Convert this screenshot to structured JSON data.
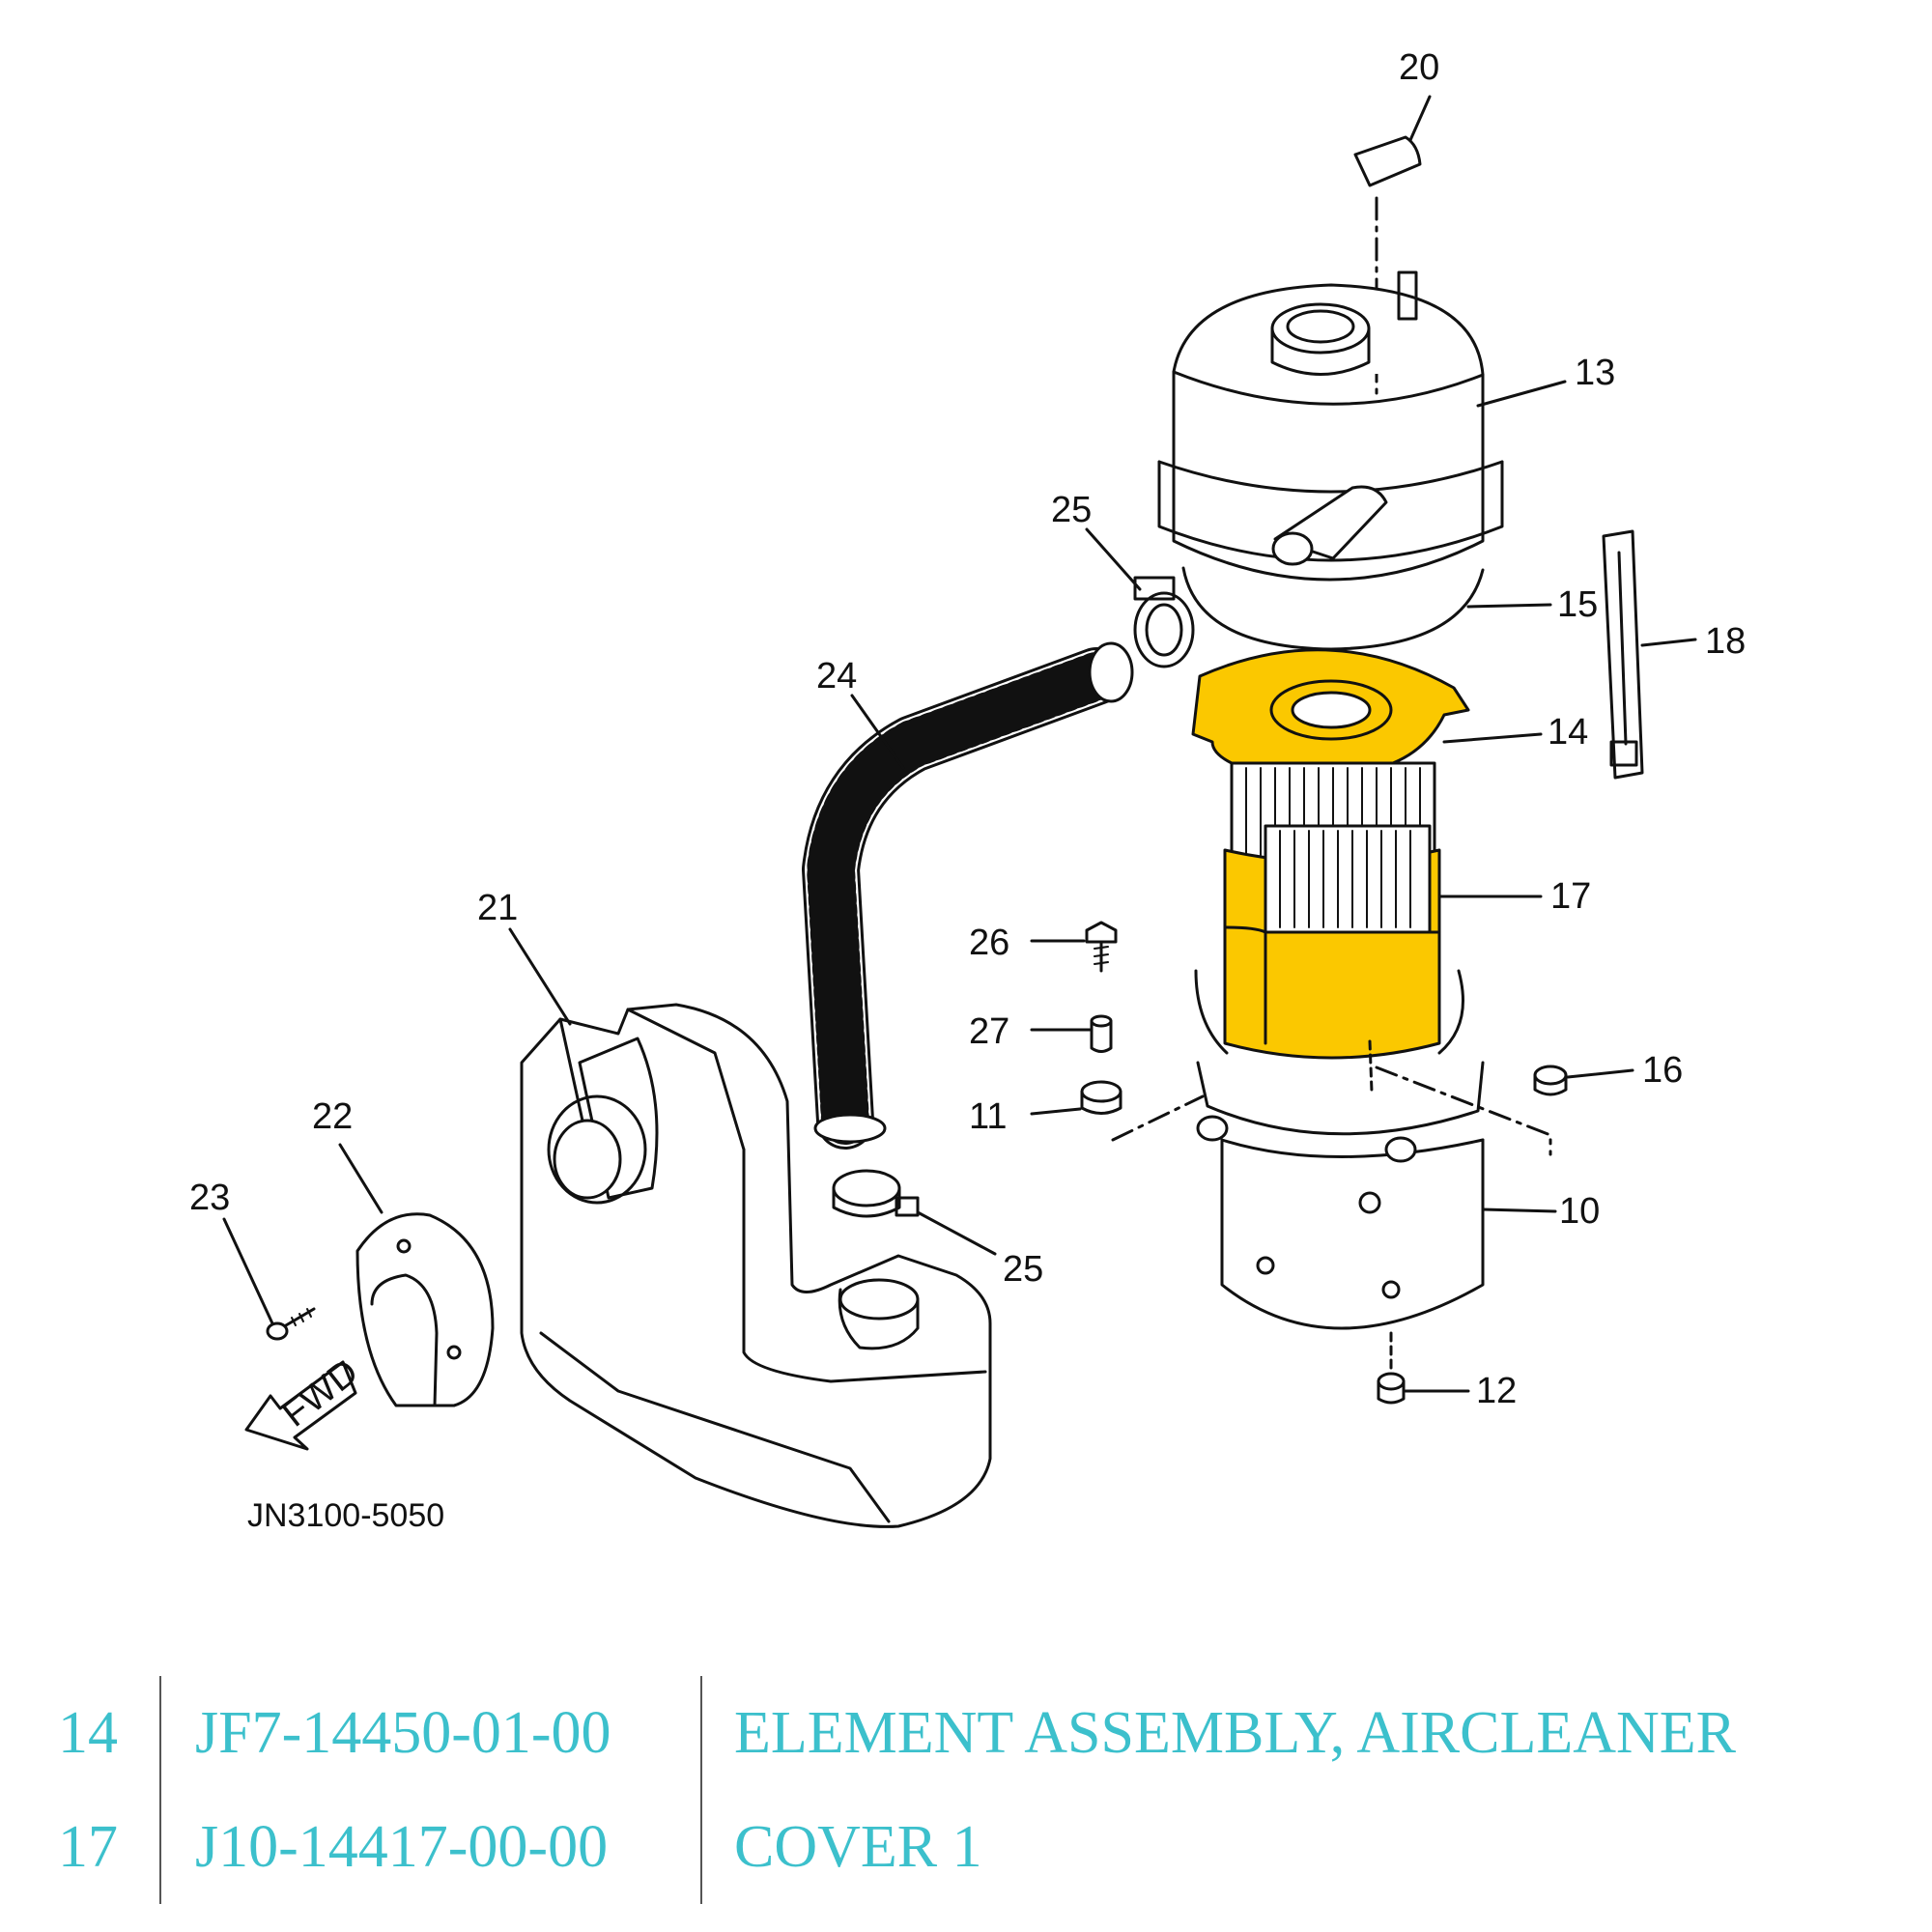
{
  "colors": {
    "highlight": "#FBC800",
    "line": "#111111",
    "table_text": "#3CC0CC"
  },
  "diagram": {
    "callouts": [
      "20",
      "13",
      "25",
      "15",
      "18",
      "24",
      "14",
      "17",
      "21",
      "26",
      "27",
      "11",
      "16",
      "22",
      "23",
      "10",
      "25",
      "12"
    ],
    "diagram_id": "JN3100-5050",
    "fwd_label": "FWD",
    "highlighted_parts": [
      "14",
      "17"
    ]
  },
  "parts_table": {
    "rows": [
      {
        "number": "14",
        "part_code": "JF7-14450-01-00",
        "description": "ELEMENT ASSEMBLY, AIRCLEANER"
      },
      {
        "number": "17",
        "part_code": "J10-14417-00-00",
        "description": "COVER 1"
      }
    ]
  }
}
